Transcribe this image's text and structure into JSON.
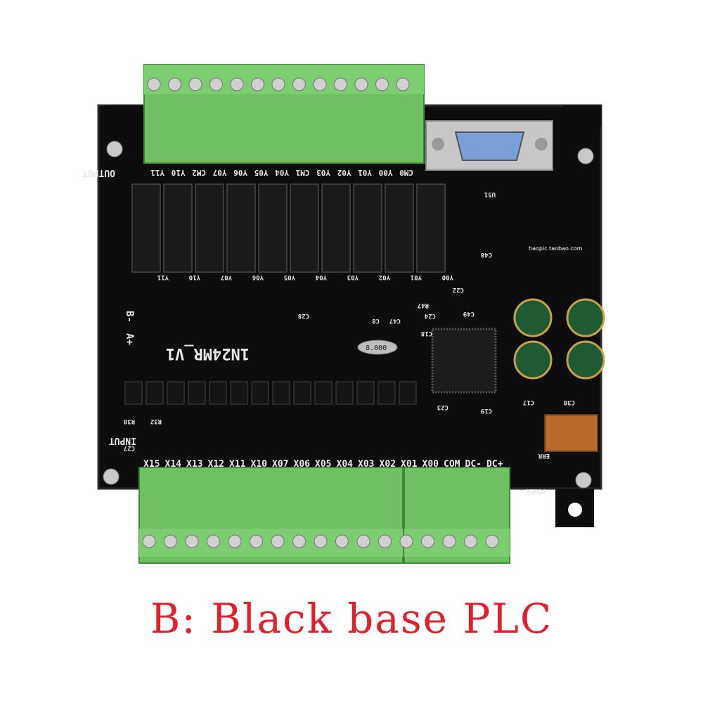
{
  "caption": "B: Black base PLC",
  "colors": {
    "caption": "#e0202a",
    "board": "#111111",
    "terminal": "#6fbf63",
    "terminal_dark": "#4f9a47",
    "relay": "#1a1a1a",
    "silk": "#e8e8e8",
    "db9": "#7aa0d8"
  },
  "board": {
    "model": "1N24MR_V1",
    "output_label": "OUTPUT",
    "input_label": "INPUT",
    "power_label": "POWER",
    "err_label": "ERR",
    "crystal_label": "8.000",
    "rs485_b": "B-",
    "rs485_a": "A+",
    "url_label": "haopic.taobao.com",
    "output_terminals": [
      "Y11",
      "Y10",
      "CM2",
      "Y07",
      "Y06",
      "Y05",
      "Y04",
      "CM1",
      "Y03",
      "Y02",
      "Y01",
      "Y00",
      "CM0"
    ],
    "input_terminals_left": [
      "X15",
      "X14",
      "X13",
      "X12",
      "X11",
      "X10",
      "X07",
      "X06",
      "X05",
      "X04",
      "X03",
      "X02"
    ],
    "input_terminals_right": [
      "X01",
      "X00",
      "COM",
      "DC-",
      "DC+"
    ],
    "relay_labels": [
      "Y11",
      "Y10",
      "Y07",
      "Y06",
      "Y05",
      "Y04",
      "Y03",
      "Y02",
      "Y01",
      "Y00"
    ],
    "part_labels": [
      "C48",
      "C49",
      "C24",
      "R47",
      "C47",
      "C8",
      "C18",
      "C23",
      "C19",
      "C17",
      "C30",
      "R38",
      "R32",
      "C27",
      "C28",
      "C22",
      "U51"
    ]
  }
}
